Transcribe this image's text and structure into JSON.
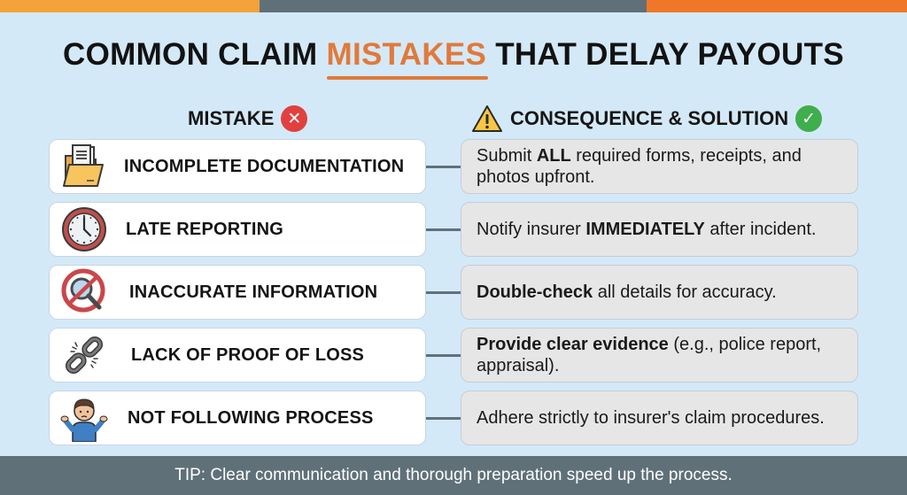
{
  "colors": {
    "background": "#d4e9f7",
    "accent_orange": "#e07a3b",
    "top_bar": [
      "#f4a23a",
      "#607079",
      "#ef7727"
    ],
    "tip_bar": "#607079",
    "x_red": "#e0413f",
    "check_green": "#3fae4c",
    "warning_yellow": "#f7c744"
  },
  "title": {
    "before": "COMMON CLAIM ",
    "highlight": "MISTAKES",
    "after": " THAT DELAY PAYOUTS"
  },
  "headers": {
    "mistake": "MISTAKE",
    "mistake_icon": "x-circle-icon",
    "solution": "CONSEQUENCE & SOLUTION",
    "solution_icon_left": "warning-triangle-icon",
    "solution_icon_right": "check-circle-icon",
    "x_glyph": "✕",
    "check_glyph": "✓"
  },
  "rows": [
    {
      "icon": "folder-documents-icon",
      "mistake": "INCOMPLETE DOCUMENTATION",
      "solution_pre": "Submit ",
      "solution_bold": "ALL",
      "solution_post": " required forms, receipts, and photos upfront."
    },
    {
      "icon": "clock-icon",
      "mistake": "LATE REPORTING",
      "solution_pre": "Notify insurer ",
      "solution_bold": "IMMEDIATELY",
      "solution_post": " after incident."
    },
    {
      "icon": "no-magnifier-icon",
      "mistake": "INACCURATE INFORMATION",
      "solution_pre": "",
      "solution_bold": "Double-check",
      "solution_post": " all details for accuracy."
    },
    {
      "icon": "broken-chain-icon",
      "mistake": "LACK OF PROOF OF LOSS",
      "solution_pre": "",
      "solution_bold": "Provide clear evidence",
      "solution_post": " (e.g., police report, appraisal)."
    },
    {
      "icon": "shrugging-person-icon",
      "mistake": "NOT FOLLOWING PROCESS",
      "solution_pre": "",
      "solution_bold": "",
      "solution_post": "Adhere strictly to insurer's claim procedures."
    }
  ],
  "tip": "TIP: Clear communication and thorough preparation speed up the process."
}
